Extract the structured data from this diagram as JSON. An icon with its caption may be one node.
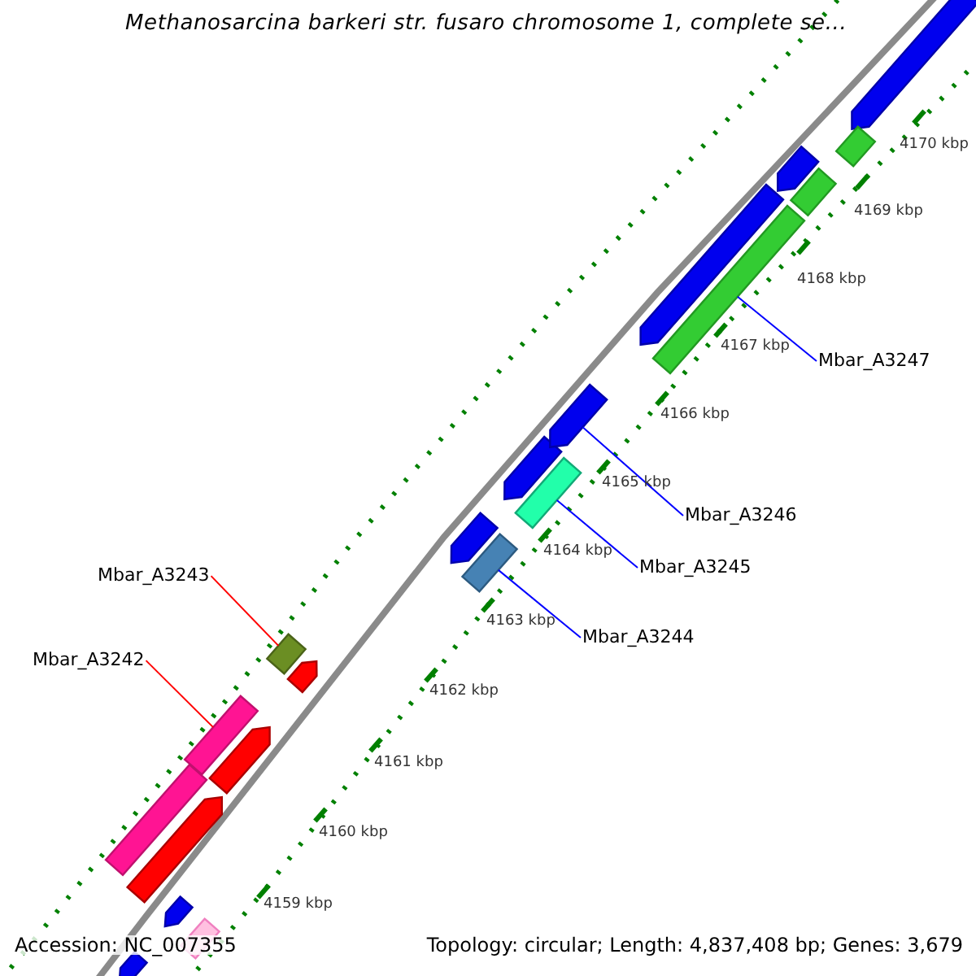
{
  "diagram": {
    "title": "Methanosarcina barkeri str. fusaro chromosome 1, complete se...",
    "nodes": [
      {
        "text": [
          "Mbar_A3247"
        ]
      },
      {
        "text": [
          "Mbar_A3246"
        ]
      },
      {
        "text": [
          "Mbar_A3245"
        ]
      },
      {
        "text": [
          "Mbar_A3244"
        ]
      },
      {
        "text": [
          "Mbar_A3243"
        ]
      },
      {
        "text": [
          "Mbar_A3242"
        ]
      },
      {
        "text": [],
        "shape": "bar"
      },
      {
        "text": [],
        "shape": "bar"
      },
      {
        "text": [],
        "shape": "bar"
      },
      {
        "text": [],
        "shape": "bar"
      },
      {
        "text": [],
        "shape": "bar"
      },
      {
        "text": [],
        "shape": "bar"
      }
    ],
    "edges": [
      {
        "from": 0,
        "to": 6,
        "arrow": "none"
      },
      {
        "from": 1,
        "to": 7,
        "arrow": "none"
      },
      {
        "from": 2,
        "to": 8,
        "arrow": "none"
      },
      {
        "from": 3,
        "to": 9,
        "arrow": "none"
      },
      {
        "from": 4,
        "to": 10,
        "arrow": "none",
        "color": "#ff0000"
      },
      {
        "from": 5,
        "to": 11,
        "arrow": "none",
        "color": "#ff0000"
      }
    ],
    "labels": [
      "4170 kbp",
      "4169 kbp",
      "4168 kbp",
      "4167 kbp",
      "4166 kbp",
      "4165 kbp",
      "4164 kbp",
      "4163 kbp",
      "4162 kbp",
      "4161 kbp",
      "4160 kbp",
      "4159 kbp",
      "Accession: NC_007355",
      "Topology: circular; Length: 4,837,408 bp; Genes: 3,679"
    ]
  }
}
